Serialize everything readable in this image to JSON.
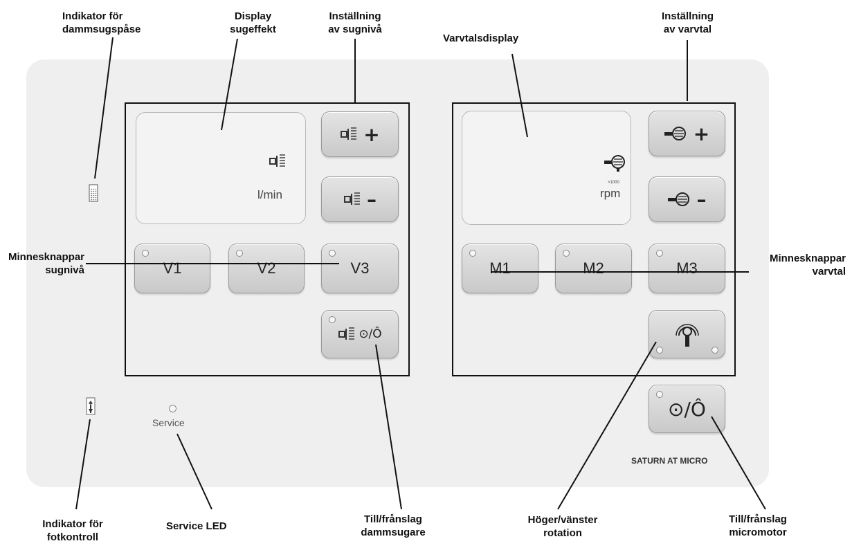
{
  "callouts": {
    "bag_indicator": "Indikator  för\ndammsugspåse",
    "display_suction": "Display\nsugeffekt",
    "setting_suction": "Inställning\nav sugnivå",
    "rpm_display": "Varvtalsdisplay",
    "setting_speed": "Inställning\nav varvtal",
    "memory_suction": "Minnesknappar\nsugnivå",
    "memory_speed": "Minnesknappar\nvarvtal",
    "foot_indicator": "Indikator för\nfotkontroll",
    "service_led": "Service LED",
    "toggle_vacuum": "Till/frånslag\ndammsugare",
    "rotation": "Höger/vänster\nrotation",
    "toggle_micromotor": "Till/frånslag\nmicromotor"
  },
  "panel": {
    "unit_suction": "l/min",
    "unit_rpm_multiplier": "×1000",
    "unit_rpm": "rpm",
    "service_label": "Service",
    "brand": "SATURN AT MICRO"
  },
  "buttons": {
    "suction_plus": "+",
    "suction_minus": "–",
    "v1": "V1",
    "v2": "V2",
    "v3": "V3",
    "vacuum_toggle_symbol": "⊙/Ô",
    "speed_plus": "+",
    "speed_minus": "–",
    "m1": "M1",
    "m2": "M2",
    "m3": "M3",
    "motor_toggle_symbol": "⊙/Ô"
  },
  "icons": {
    "suction": "suction-icon",
    "motor": "motor-icon",
    "rotation": "rotation-icon",
    "bag_indicator": "vacuum-bag-icon",
    "foot_indicator": "foot-control-icon"
  }
}
